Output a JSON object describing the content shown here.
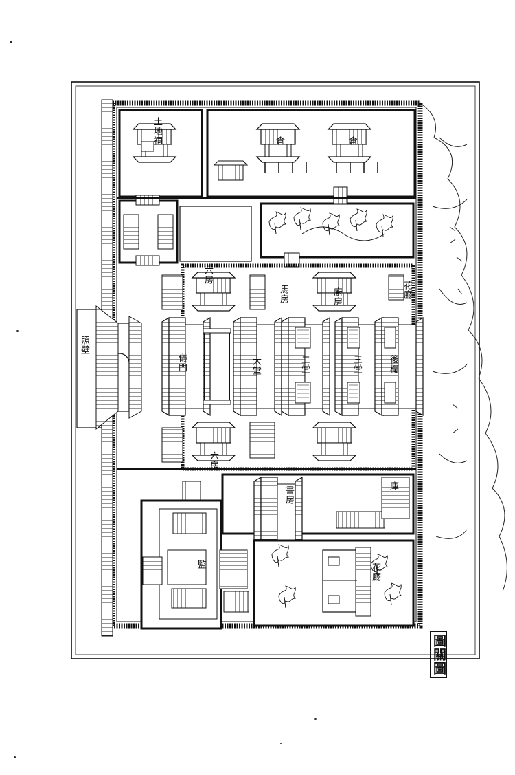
{
  "plate": {
    "title_seal": "圖關圖",
    "colors": {
      "ink": "#111111",
      "paper": "#ffffff",
      "fill": "#f7f7f7"
    }
  },
  "labels": {
    "gate_outer": "照壁",
    "gate_inner": "儀門",
    "hall_main": "大堂",
    "hall_second": "二堂",
    "hall_third": "三堂",
    "hall_rear": "後樓",
    "left_wing": "六房",
    "right_wing": "六房",
    "granary_1": "倉",
    "granary_2": "倉",
    "east_garden": "花廳",
    "west_yard": "馬房",
    "kitchen": "廚房",
    "library": "書房",
    "shrine": "土地祠",
    "prison": "監",
    "stable": "庫",
    "flower_hall": "花廳"
  },
  "icons": [
    "pavilion-icon",
    "tree-icon",
    "mountain-icon",
    "roof-icon"
  ]
}
